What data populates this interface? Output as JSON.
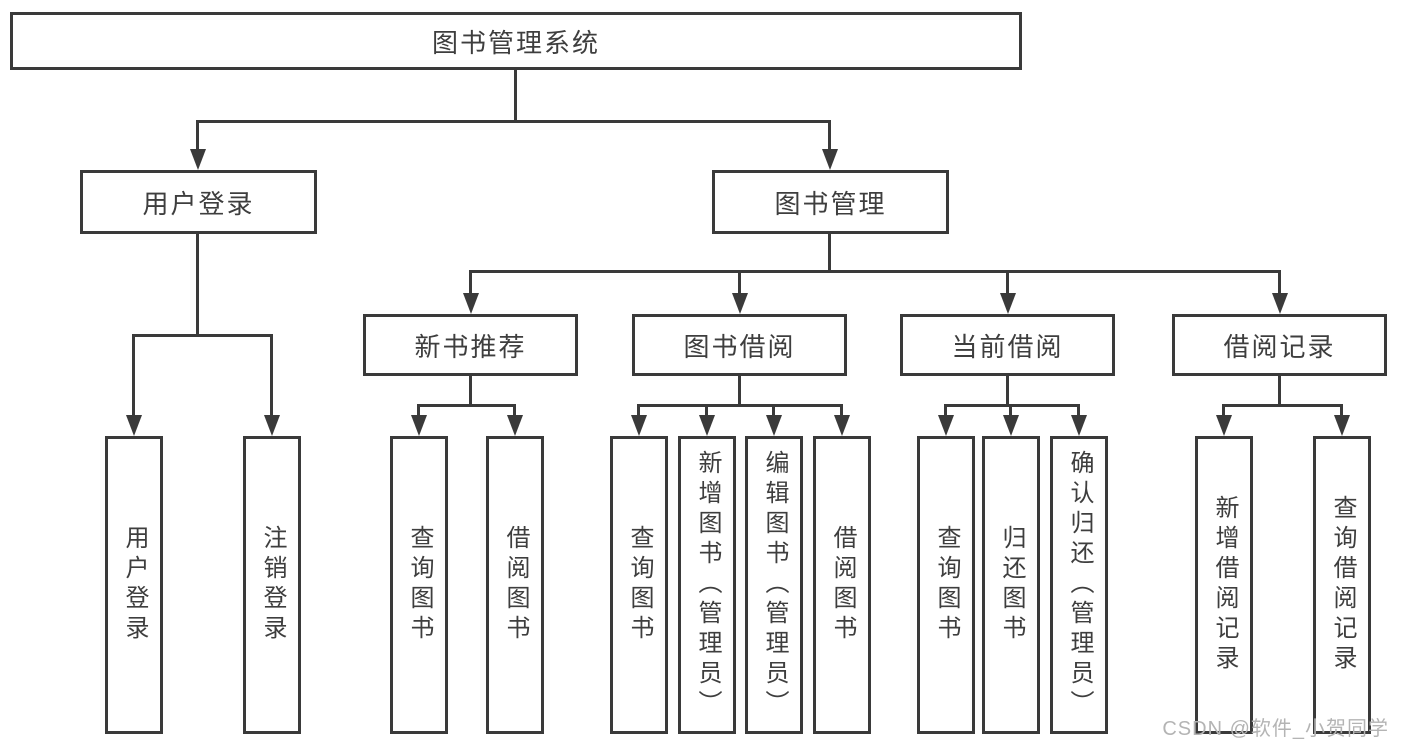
{
  "colors": {
    "line": "#3a3a3a",
    "text": "#3e3e3e",
    "background": "#ffffff",
    "watermark": "#b4b4b4"
  },
  "tree": {
    "root": "图书管理系统",
    "branches": [
      {
        "label": "用户登录",
        "leaves": [
          "用户登录",
          "注销登录"
        ]
      },
      {
        "label": "图书管理",
        "groups": [
          {
            "label": "新书推荐",
            "leaves": [
              "查询图书",
              "借阅图书"
            ]
          },
          {
            "label": "图书借阅",
            "leaves": [
              "查询图书",
              "新增图书（管理员）",
              "编辑图书（管理员）",
              "借阅图书"
            ]
          },
          {
            "label": "当前借阅",
            "leaves": [
              "查询图书",
              "归还图书",
              "确认归还（管理员）"
            ]
          },
          {
            "label": "借阅记录",
            "leaves": [
              "新增借阅记录",
              "查询借阅记录"
            ]
          }
        ]
      }
    ]
  },
  "watermark": {
    "text": "CSDN @软件_小贺同学"
  }
}
